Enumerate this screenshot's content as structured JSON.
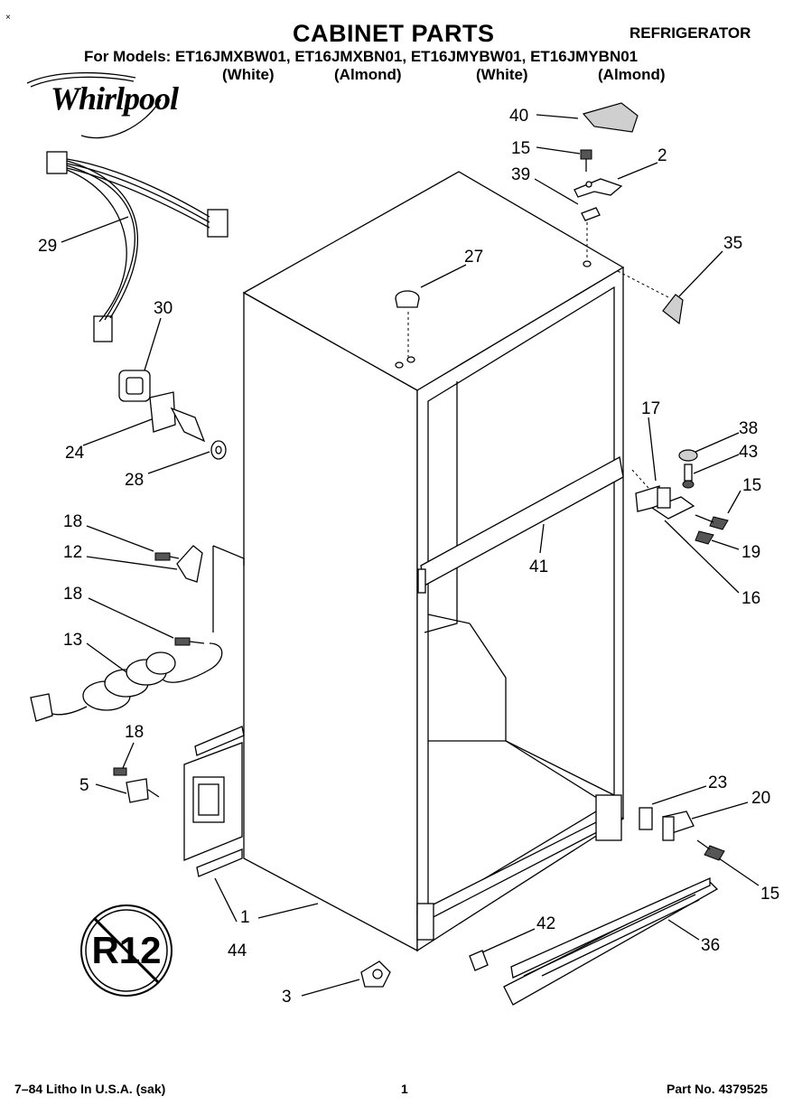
{
  "header": {
    "title": "CABINET PARTS",
    "category": "REFRIGERATOR",
    "models_line": "For Models:  ET16JMXBW01, ET16JMXBN01, ET16JMYBW01, ET16JMYBN01",
    "colors": [
      "(White)",
      "(Almond)",
      "(White)",
      "(Almond)"
    ],
    "brand": "Whirlpool"
  },
  "callouts": [
    "40",
    "15",
    "2",
    "39",
    "35",
    "29",
    "27",
    "30",
    "24",
    "28",
    "17",
    "38",
    "43",
    "15",
    "41",
    "19",
    "16",
    "18",
    "12",
    "18",
    "13",
    "18",
    "5",
    "23",
    "20",
    "15",
    "42",
    "36",
    "1",
    "44",
    "3"
  ],
  "badge": {
    "text": "R12"
  },
  "footer": {
    "litho": "7–84 Litho In U.S.A. (sak)",
    "page": "1",
    "part_no": "Part No. 4379525"
  }
}
